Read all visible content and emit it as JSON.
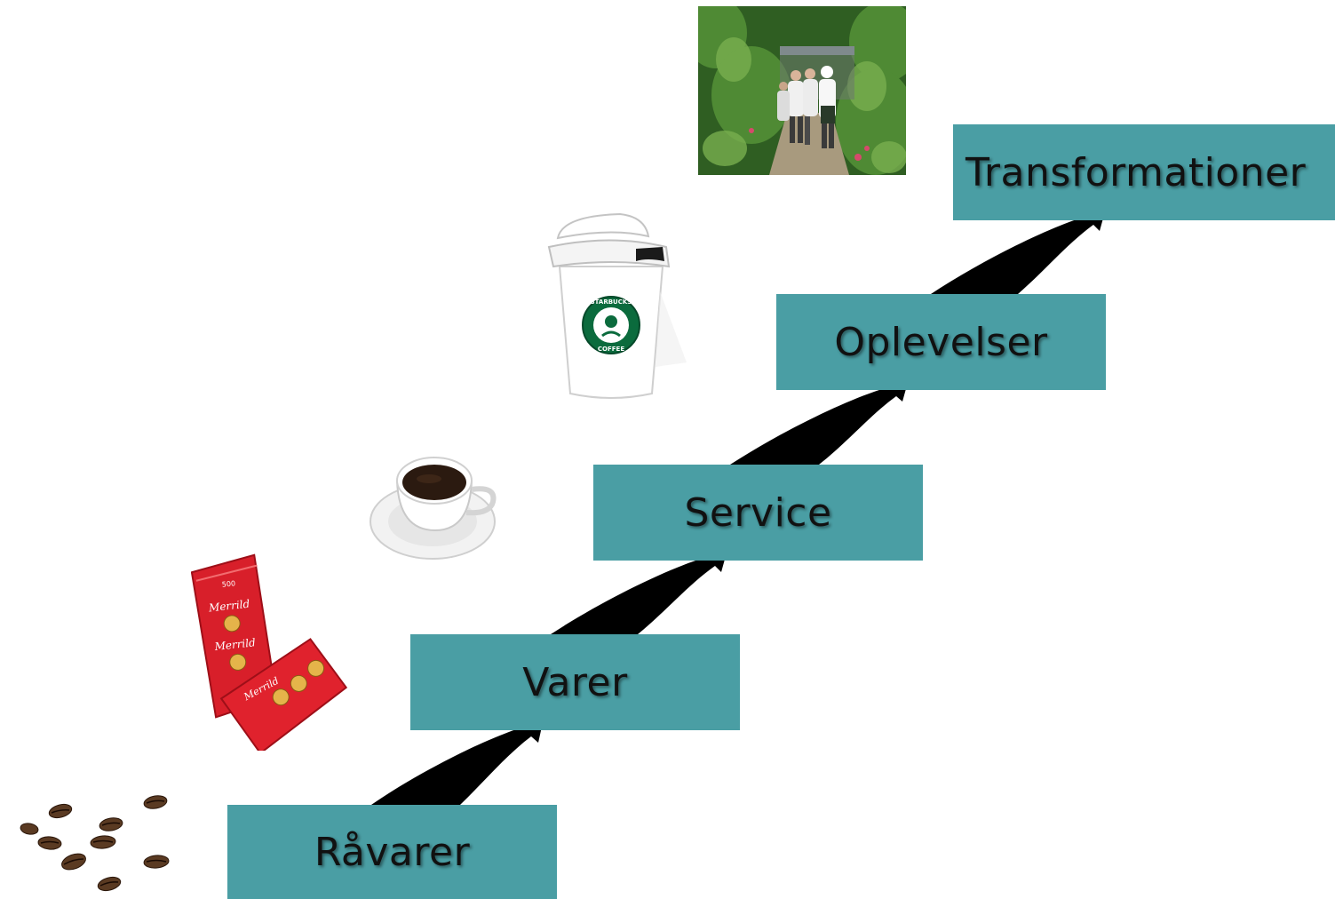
{
  "steps": [
    {
      "label": "Råvarer"
    },
    {
      "label": "Varer"
    },
    {
      "label": "Service"
    },
    {
      "label": "Oplevelser"
    },
    {
      "label": "Transformationer"
    }
  ],
  "illustrations": {
    "bag_brand": "Merrild",
    "bag_weight": "500",
    "cup_brand_top": "STARBUCKS",
    "cup_brand_bottom": "COFFEE"
  },
  "colors": {
    "step_fill": "#4a9ea4",
    "arrow": "#000000"
  }
}
